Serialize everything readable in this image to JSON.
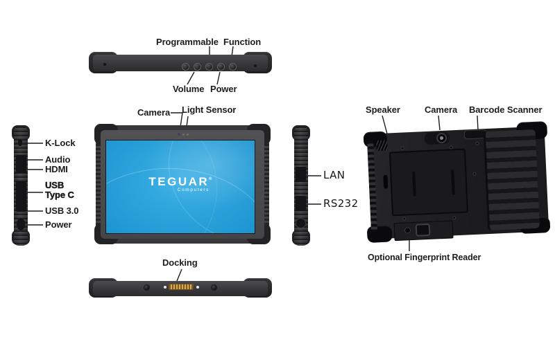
{
  "product": {
    "brand": "TEGUAR",
    "brand_mark": "®",
    "brand_sub": "Computers"
  },
  "colors": {
    "label_text": "#1c1c1e",
    "device_body": "#39393b",
    "device_bumper": "#232325",
    "back_body": "#1e1e20",
    "screen_blue": "#1f97d2",
    "screen_blue_deep": "#0d6ca7",
    "docking_connector_gold": "#c89a47",
    "logo_text": "#ffffff"
  },
  "views": {
    "top": {
      "labels": {
        "programmable": "Programmable",
        "function": "Function",
        "volume": "Volume",
        "power": "Power"
      }
    },
    "front": {
      "labels": {
        "camera": "Camera",
        "light_sensor": "Light Sensor"
      }
    },
    "left_side": {
      "labels": {
        "k_lock": "K-Lock",
        "audio": "Audio",
        "hdmi": "HDMI",
        "usb_line1": "USB",
        "usb_line2": "Type C",
        "usb_30": "USB 3.0",
        "power": "Power"
      }
    },
    "right_side": {
      "labels": {
        "lan": "LAN",
        "rs232": "RS232"
      }
    },
    "back": {
      "labels": {
        "speaker": "Speaker",
        "camera": "Camera",
        "barcode_scanner": "Barcode Scanner",
        "fingerprint": "Optional Fingerprint Reader"
      }
    },
    "bottom": {
      "labels": {
        "docking": "Docking"
      }
    }
  }
}
